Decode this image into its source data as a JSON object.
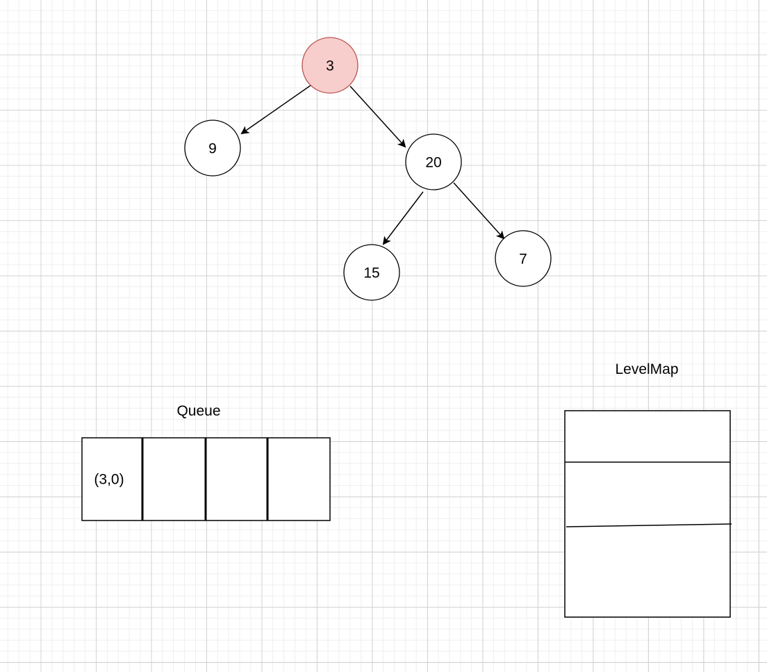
{
  "tree": {
    "nodes": [
      {
        "id": "n3",
        "label": "3",
        "highlight": true
      },
      {
        "id": "n9",
        "label": "9",
        "highlight": false
      },
      {
        "id": "n20",
        "label": "20",
        "highlight": false
      },
      {
        "id": "n15",
        "label": "15",
        "highlight": false
      },
      {
        "id": "n7",
        "label": "7",
        "highlight": false
      }
    ],
    "edges": [
      {
        "from": "3",
        "to": "9"
      },
      {
        "from": "3",
        "to": "20"
      },
      {
        "from": "20",
        "to": "15"
      },
      {
        "from": "20",
        "to": "7"
      }
    ],
    "highlight_fill": "#f8cecc",
    "highlight_stroke": "#b85450"
  },
  "queue": {
    "title": "Queue",
    "cells": [
      "(3,0)",
      "",
      "",
      ""
    ]
  },
  "level_map": {
    "title": "LevelMap",
    "rows": [
      "",
      "",
      ""
    ]
  }
}
